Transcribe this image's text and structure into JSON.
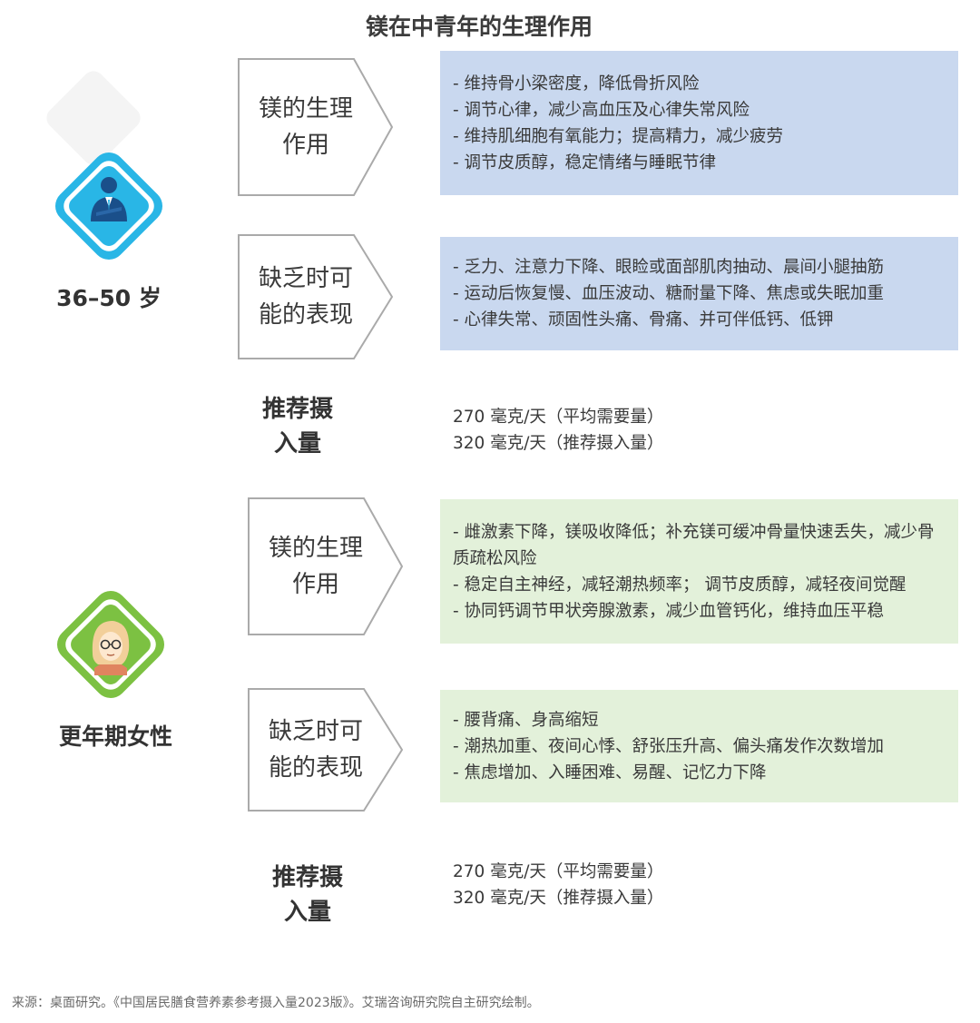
{
  "title": "镁在中青年的生理作用",
  "groups": [
    {
      "label": "36–50 岁",
      "icon": "man-in-suit-icon",
      "color": "#29b6e6",
      "function_label_1": "镁的生理",
      "function_label_2": "作用",
      "functions": [
        "- 维持骨小梁密度，降低骨折风险",
        "- 调节心律，减少高血压及心律失常风险",
        "- 维持肌细胞有氧能力；提高精力，减少疲劳",
        "- 调节皮质醇，稳定情绪与睡眠节律"
      ],
      "deficiency_label_1": "缺乏时可",
      "deficiency_label_2": "能的表现",
      "deficiency": [
        "- 乏力、注意力下降、眼睑或面部肌肉抽动、晨间小腿抽筋",
        "- 运动后恢复慢、血压波动、糖耐量下降、焦虑或失眠加重",
        "- 心律失常、顽固性头痛、骨痛、并可伴低钙、低钾"
      ],
      "rec_label_1": "推荐摄",
      "rec_label_2": "入量",
      "rec_values": [
        "270 毫克/天（平均需要量）",
        "320 毫克/天（推荐摄入量）"
      ]
    },
    {
      "label": "更年期女性",
      "icon": "woman-with-glasses-icon",
      "color": "#7cc142",
      "function_label_1": "镁的生理",
      "function_label_2": "作用",
      "functions": [
        "- 雌激素下降，镁吸收降低；补充镁可缓冲骨量快速丢失，减少骨质疏松风险",
        "- 稳定自主神经，减轻潮热频率； 调节皮质醇，减轻夜间觉醒",
        "- 协同钙调节甲状旁腺激素，减少血管钙化，维持血压平稳"
      ],
      "deficiency_label_1": "缺乏时可",
      "deficiency_label_2": "能的表现",
      "deficiency": [
        "- 腰背痛、身高缩短",
        "- 潮热加重、夜间心悸、舒张压升高、偏头痛发作次数增加",
        "- 焦虑增加、入睡困难、易醒、记忆力下降"
      ],
      "rec_label_1": "推荐摄",
      "rec_label_2": "入量",
      "rec_values": [
        "270 毫克/天（平均需要量）",
        "320 毫克/天（推荐摄入量）"
      ]
    }
  ],
  "source": "来源：桌面研究。《中国居民膳食营养素参考摄入量2023版》。艾瑞咨询研究院自主研究绘制。"
}
